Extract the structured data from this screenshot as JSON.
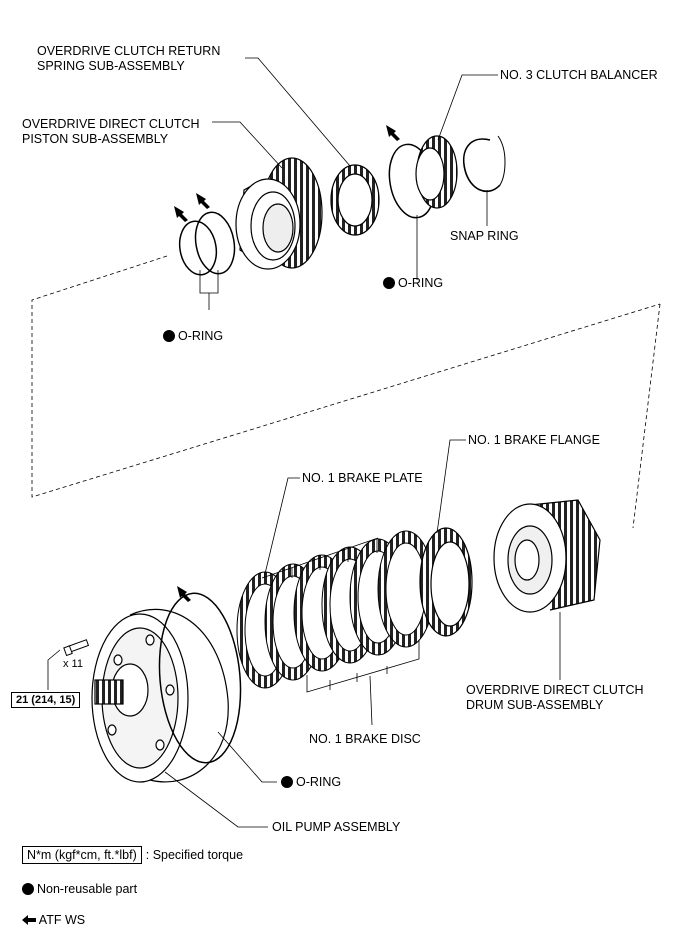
{
  "labels": {
    "od_return_spring": "OVERDRIVE CLUTCH RETURN\nSPRING SUB-ASSEMBLY",
    "od_return_spring_l1": "OVERDRIVE CLUTCH RETURN",
    "od_return_spring_l2": "SPRING SUB-ASSEMBLY",
    "no3_balancer": "NO. 3 CLUTCH BALANCER",
    "od_piston_l1": "OVERDRIVE DIRECT CLUTCH",
    "od_piston_l2": "PISTON SUB-ASSEMBLY",
    "snap_ring": "SNAP RING",
    "o_ring": "O-RING",
    "no1_brake_flange": "NO. 1 BRAKE FLANGE",
    "no1_brake_plate": "NO. 1 BRAKE PLATE",
    "x11": "x 11",
    "torque_value": "21 (214, 15)",
    "od_drum_l1": "OVERDRIVE DIRECT CLUTCH",
    "od_drum_l2": "DRUM SUB-ASSEMBLY",
    "no1_brake_disc": "NO. 1 BRAKE DISC",
    "oil_pump": "OIL PUMP ASSEMBLY"
  },
  "legend": {
    "torque_box": "N*m (kgf*cm, ft.*lbf)",
    "torque_desc": ": Specified torque",
    "nonreusable": "Non-reusable part",
    "atf": "ATF WS"
  }
}
